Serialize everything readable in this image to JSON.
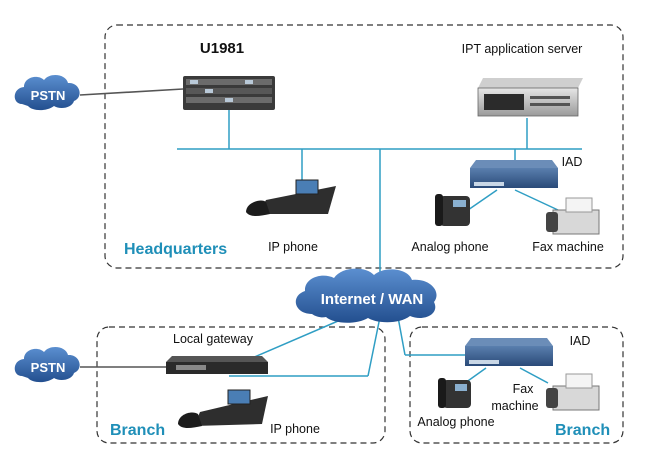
{
  "diagram": {
    "headquarters": {
      "pbx_name": "U1981",
      "server_label": "IPT application server",
      "iad_label": "IAD",
      "ip_phone_label": "IP phone",
      "analog_phone_label": "Analog phone",
      "fax_label": "Fax machine",
      "site_label": "Headquarters"
    },
    "network": {
      "wan_label": "Internet / WAN",
      "pstn_label": "PSTN"
    },
    "branch_left": {
      "gateway_label": "Local gateway",
      "ip_phone_label": "IP phone",
      "site_label": "Branch"
    },
    "branch_right": {
      "iad_label": "IAD",
      "analog_phone_label": "Analog phone",
      "fax_line1": "Fax",
      "fax_line2": "machine",
      "site_label": "Branch"
    },
    "colors": {
      "link": "#2f9ec4",
      "accent": "#1f8fb8",
      "cloud": "#2f64a8"
    }
  }
}
